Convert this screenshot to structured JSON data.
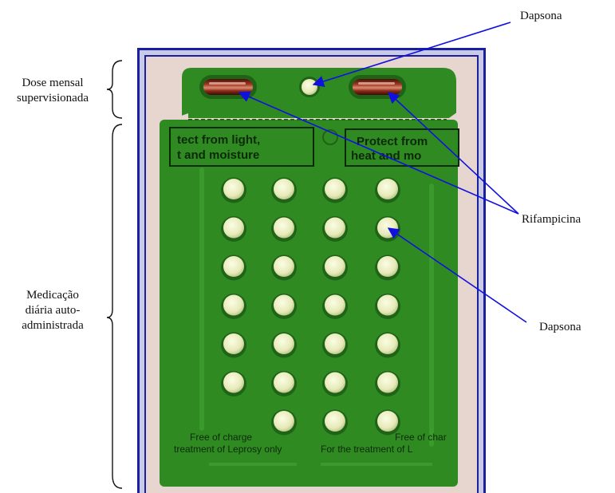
{
  "labels": {
    "dapsona_top": "Dapsona",
    "rifampicina": "Rifampicina",
    "dapsona_right": "Dapsona",
    "monthly_line1": "Dose mensal",
    "monthly_line2": "supervisionada",
    "daily_line1": "Medicação",
    "daily_line2": "diária auto-",
    "daily_line3": "administrada"
  },
  "pack_text": {
    "warning_left_line1": "tect from light,",
    "warning_left_line2": "t and moisture",
    "warning_right_line1": "Protect from",
    "warning_right_line2": "heat and mo",
    "footer_left_line1": "Free of charge",
    "footer_left_line2": "treatment of Leprosy only",
    "footer_right_line1": "Free of char",
    "footer_right_line2": "For the treatment of L"
  },
  "daily_tablet_columns": [
    6,
    7,
    7,
    7
  ],
  "colors": {
    "frame": "#1a1f9e",
    "frame_fill": "#c9cbe6",
    "blister": "#2f8a22",
    "blister_dark": "#1f6416",
    "capsule": "#7a2418",
    "tablet": "#ecefc4",
    "arrow": "#1010e0"
  }
}
